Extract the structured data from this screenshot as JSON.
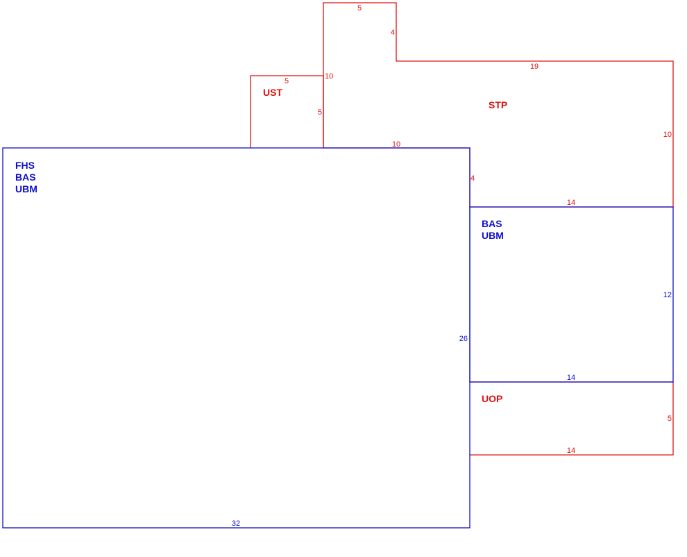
{
  "colors": {
    "living": "#1010c8",
    "exterior": "#e01010",
    "background": "#ffffff"
  },
  "areas": {
    "main": {
      "codes": [
        "FHS",
        "BAS",
        "UBM"
      ]
    },
    "rear": {
      "codes": [
        "BAS",
        "UBM"
      ]
    },
    "stoop": {
      "code": "STP"
    },
    "storage": {
      "code": "UST"
    },
    "porch": {
      "code": "UOP"
    }
  },
  "dimensions": {
    "main_bottom": "32",
    "main_right": "26",
    "rear_top": "14",
    "rear_right": "12",
    "rear_bottom": "14",
    "porch_right": "5",
    "porch_bottom": "14",
    "stoop_bottom_left": "10",
    "stoop_bottom_right_drop": "4",
    "stoop_right": "10",
    "stoop_top_long": "19",
    "stoop_notch_drop": "4",
    "stoop_notch_top": "5",
    "stoop_left": "10",
    "storage_top": "5",
    "storage_right": "5"
  }
}
